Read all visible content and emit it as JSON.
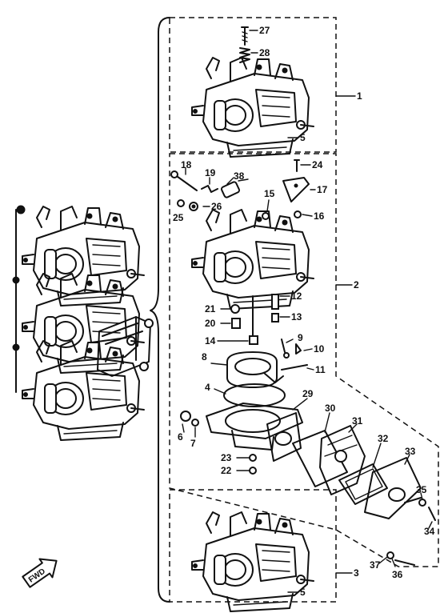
{
  "diagram": {
    "direction_label": "FWD",
    "callouts": {
      "c1": "1",
      "c2": "2",
      "c3": "3",
      "c4": "4",
      "c5a": "5",
      "c5b": "5",
      "c6": "6",
      "c7": "7",
      "c8": "8",
      "c9": "9",
      "c10": "10",
      "c11": "11",
      "c12": "12",
      "c13": "13",
      "c14": "14",
      "c15": "15",
      "c16": "16",
      "c17": "17",
      "c18": "18",
      "c19": "19",
      "c20": "20",
      "c21": "21",
      "c22": "22",
      "c23": "23",
      "c24": "24",
      "c25": "25",
      "c26": "26",
      "c27": "27",
      "c28": "28",
      "c29": "29",
      "c30": "30",
      "c31": "31",
      "c32": "32",
      "c33": "33",
      "c34": "34",
      "c35": "35",
      "c36": "36",
      "c37": "37",
      "c38": "38"
    }
  }
}
